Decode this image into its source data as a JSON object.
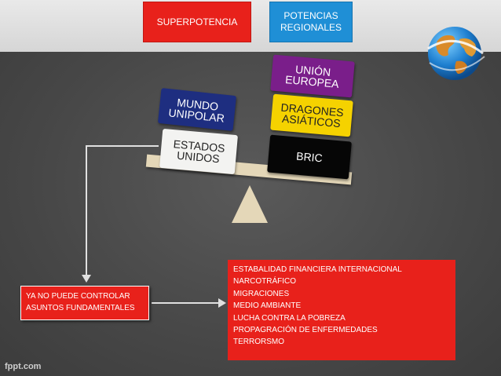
{
  "header": {
    "superpotencia": "SUPERPOTENCIA",
    "potencias_line1": "POTENCIAS",
    "potencias_line2": "REGIONALES"
  },
  "left_stack": {
    "mundo_line1": "MUNDO",
    "mundo_line2": "UNIPOLAR",
    "estados_line1": "ESTADOS",
    "estados_line2": "UNIDOS"
  },
  "right_stack": {
    "union_line1": "UNIÓN",
    "union_line2": "EUROPEA",
    "dragones_line1": "DRAGONES",
    "dragones_line2": "ASIÁTICOS",
    "bric": "BRIC"
  },
  "left_box": {
    "line1": "YA NO PUEDE CONTROLAR",
    "line2": "ASUNTOS FUNDAMENTALES"
  },
  "issues": [
    "ESTABALIDAD FINANCIERA INTERNACIONAL",
    "NARCOTRÁFICO",
    "MIGRACIONES",
    "MEDIO AMBIANTE",
    "LUCHA CONTRA LA POBREZA",
    "PROPAGRACIÓN DE ENFERMEDADES",
    "TERRORSMO"
  ],
  "footer": {
    "watermark": "fppt.com"
  },
  "colors": {
    "red": "#e8211b",
    "blue": "#1f8fd6",
    "navy": "#1e2e80",
    "purple": "#7a1e8a",
    "yellow": "#f5d200"
  }
}
